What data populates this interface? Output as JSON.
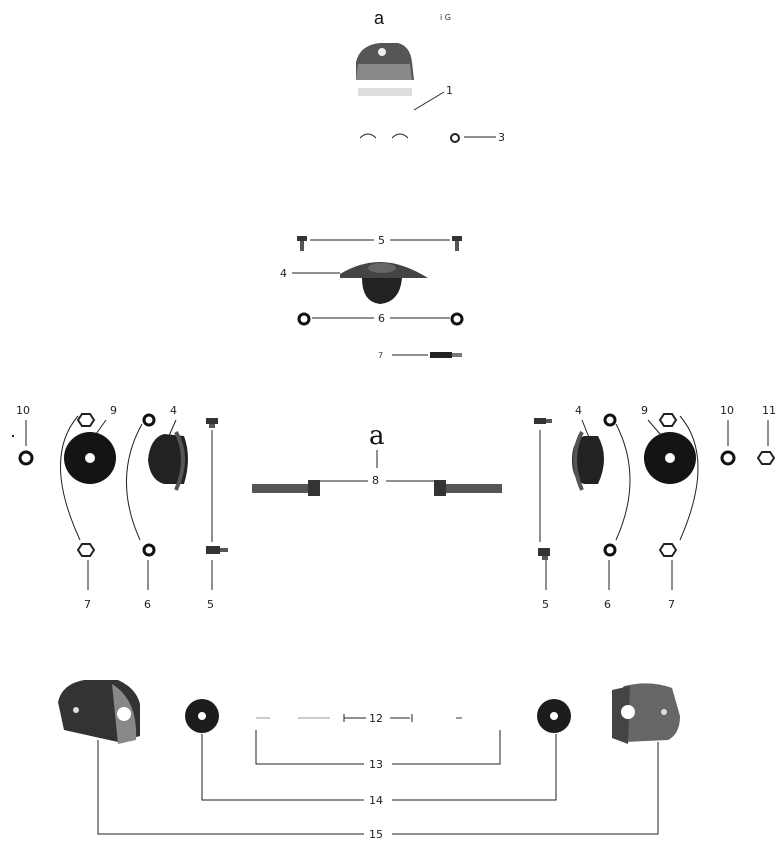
{
  "labels": {
    "top_a": "a",
    "top_ig": "i G",
    "mid_a": "a",
    "n1": "1",
    "n3": "3",
    "n4": "4",
    "n5": "5",
    "n6": "6",
    "n7": "7",
    "n8": "8",
    "n9": "9",
    "n10": "10",
    "n11": "11",
    "n12": "12",
    "n13": "13",
    "n14": "14",
    "n15": "15"
  }
}
